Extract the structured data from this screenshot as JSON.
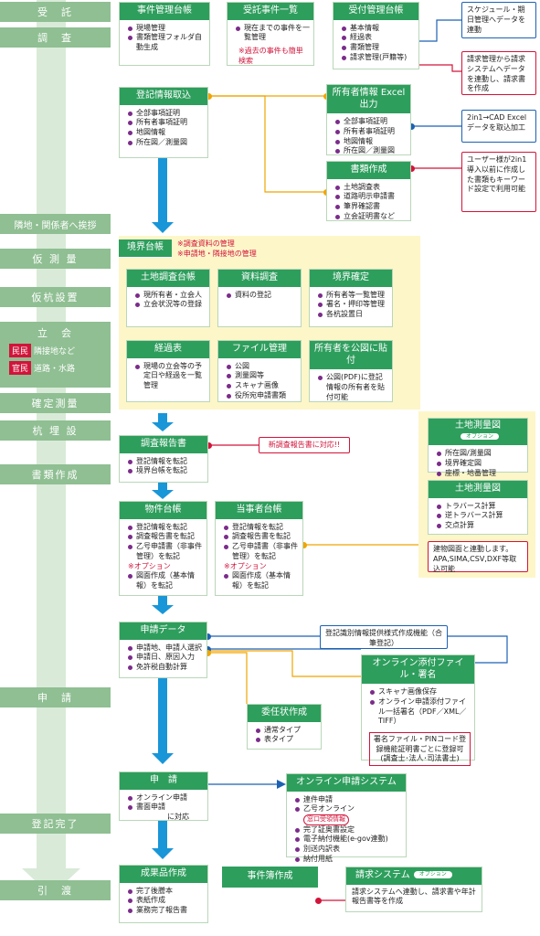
{
  "stages": [
    {
      "id": "s1",
      "label": "受　託"
    },
    {
      "id": "s2",
      "label": "調　査"
    },
    {
      "id": "s3",
      "label": "隣地・関係者へ挨拶"
    },
    {
      "id": "s4",
      "label": "仮 測 量"
    },
    {
      "id": "s5",
      "label": "仮杭設置"
    },
    {
      "id": "s6",
      "label": "立　会"
    },
    {
      "id": "s7",
      "label": "確定測量"
    },
    {
      "id": "s8",
      "label": "杭 埋 設"
    },
    {
      "id": "s9",
      "label": "書類作成"
    },
    {
      "id": "s10",
      "label": "申　請"
    },
    {
      "id": "s11",
      "label": "登記完了"
    },
    {
      "id": "s12",
      "label": "引　渡"
    }
  ],
  "tachiai": {
    "tag1": "民民",
    "text1": "隣接地など",
    "tag2": "官民",
    "text2": "道路・水路"
  },
  "boxes": {
    "jiken_kanri": {
      "title": "事件管理台帳",
      "items": [
        "現場管理",
        "書類管理フォルダ自動生成"
      ]
    },
    "jutaku_ichiran": {
      "title": "受託事件一覧",
      "items": [
        "現在までの事件を一覧管理"
      ],
      "note": "※過去の事件も簡単検索"
    },
    "uketsuke_kanri": {
      "title": "受付管理台帳",
      "items": [
        "基本情報",
        "経過表",
        "書類管理",
        "請求管理(戸籍等)"
      ]
    },
    "touki_torikomi": {
      "title": "登記情報取込",
      "items": [
        "全部事項証明",
        "所有者事項証明",
        "地図情報",
        "所在図／測量図"
      ]
    },
    "shoyusha_excel": {
      "title": "所有者情報 Excel出力",
      "items": [
        "全部事項証明",
        "所有者事項証明",
        "地図情報",
        "所在図／測量図"
      ]
    },
    "shorui_sakusei": {
      "title": "書類作成",
      "items": [
        "土地調査表",
        "道路明示申請書",
        "筆界確認書",
        "立会証明書など"
      ]
    },
    "kyokai_daicho": {
      "title": "境界台帳",
      "note1": "※調査資料の管理",
      "note2": "※申請地・隣接地の管理"
    },
    "tochi_chosa": {
      "title": "土地調査台帳",
      "items": [
        "現所有者・立会人",
        "立会状況等の登録"
      ]
    },
    "shiryo_chosa": {
      "title": "資料調査",
      "items": [
        "資料の登記"
      ]
    },
    "kyokai_kakutei": {
      "title": "境界確定",
      "items": [
        "所有者等一覧管理",
        "署名・押印等管理",
        "各杭設置日"
      ]
    },
    "keika_hyo": {
      "title": "経過表",
      "items": [
        "現場の立会等の予定日や経過を一覧管理"
      ]
    },
    "file_kanri": {
      "title": "ファイル管理",
      "items": [
        "公図",
        "測量図等",
        "スキャナ画像",
        "役所宛申請書類"
      ]
    },
    "shoyusha_koukai": {
      "title": "所有者を公図に貼付",
      "items": [
        "公図(PDF)に登記情報の所有者を貼付可能"
      ]
    },
    "tochi_sokuryozu1": {
      "title": "土地測量図",
      "option": "オプション",
      "items": [
        "所在図/測量図",
        "境界確定図",
        "座標・地番管理"
      ]
    },
    "tochi_sokuryozu2": {
      "title": "土地測量図",
      "items": [
        "トラバース計算",
        "逆トラバース計算",
        "交点計算"
      ]
    },
    "chosa_hokoku": {
      "title": "調査報告書",
      "items": [
        "登記情報を転記",
        "境界台帳を転記"
      ]
    },
    "bukken_daicho": {
      "title": "物件台帳",
      "items": [
        "登記情報を転記",
        "調査報告書を転記",
        "乙号申請書（非事件管理）を転記"
      ],
      "opt": "※オプション",
      "items2": [
        "図面作成（基本情報）を転記"
      ]
    },
    "tojisha_daicho": {
      "title": "当事者台帳",
      "items": [
        "登記情報を転記",
        "調査報告書を転記",
        "乙号申請書（非事件管理）を転記"
      ],
      "opt": "※オプション",
      "items2": [
        "図面作成（基本情報）を転記"
      ]
    },
    "shinsei_data": {
      "title": "申請データ",
      "items": [
        "申請地、申請人選択",
        "申請日、原因入力",
        "免許税自動計算"
      ]
    },
    "ininjo": {
      "title": "委任状作成",
      "items": [
        "通常タイプ",
        "表タイプ"
      ]
    },
    "online_tenpu": {
      "title": "オンライン添付ファイル・署名",
      "items": [
        "スキャナ画像保存",
        "オンライン申請添付ファイル一括署名（PDF／XML／TIFF）"
      ],
      "sub": "署名ファイル・PINコード登録機能証明書ごとに登録可(調査士･法人･司法書士)"
    },
    "shinsei": {
      "title": "申　請",
      "items": [
        "オンライン申請",
        "書面申請"
      ],
      "tail": "に対応"
    },
    "online_system": {
      "title": "オンライン申請システム",
      "items": [
        "連件申請",
        "乙号オンライン",
        "完了証奥書設定",
        "電子納付機能(e-gov連動)",
        "別送内訳表",
        "納付用紙"
      ],
      "badge": "窓口受領情報"
    },
    "seika_sakusei": {
      "title": "成果品作成",
      "items": [
        "完了後謄本",
        "表紙作成",
        "業務完了報告書"
      ]
    },
    "jikenbo": {
      "title": "事件簿作成"
    },
    "seikyu_system": {
      "title": "請求システム",
      "option": "オプション",
      "text": "請求システムへ連動し、請求書や年計報告書等を作成"
    }
  },
  "callouts": {
    "schedule": "スケジュール・期日管理へデータを連動",
    "seikyu_kanri": "請求管理から請求システムへデータを連動し、請求書を作成",
    "cad": "2in1→CAD Excelデータを取込加工",
    "user_doc": "ユーザー様が2in1導入以前に作成した書類もキーワード設定で利用可能",
    "shin_chosa": "新調査報告書に対応!!",
    "tatemono": "建物図面と連動します。APA,SIMA,CSV,DXF等取込可能",
    "shikibetsu": "登記識別情報提供様式作成機能（合筆登記）"
  },
  "colors": {
    "stage": "#8fbf92",
    "header": "#2e9e5d",
    "arrow": "#1996d8",
    "orange": "#f0a500",
    "blue": "#1c62b3",
    "red": "#d2143a",
    "region": "#fdf6c9"
  }
}
